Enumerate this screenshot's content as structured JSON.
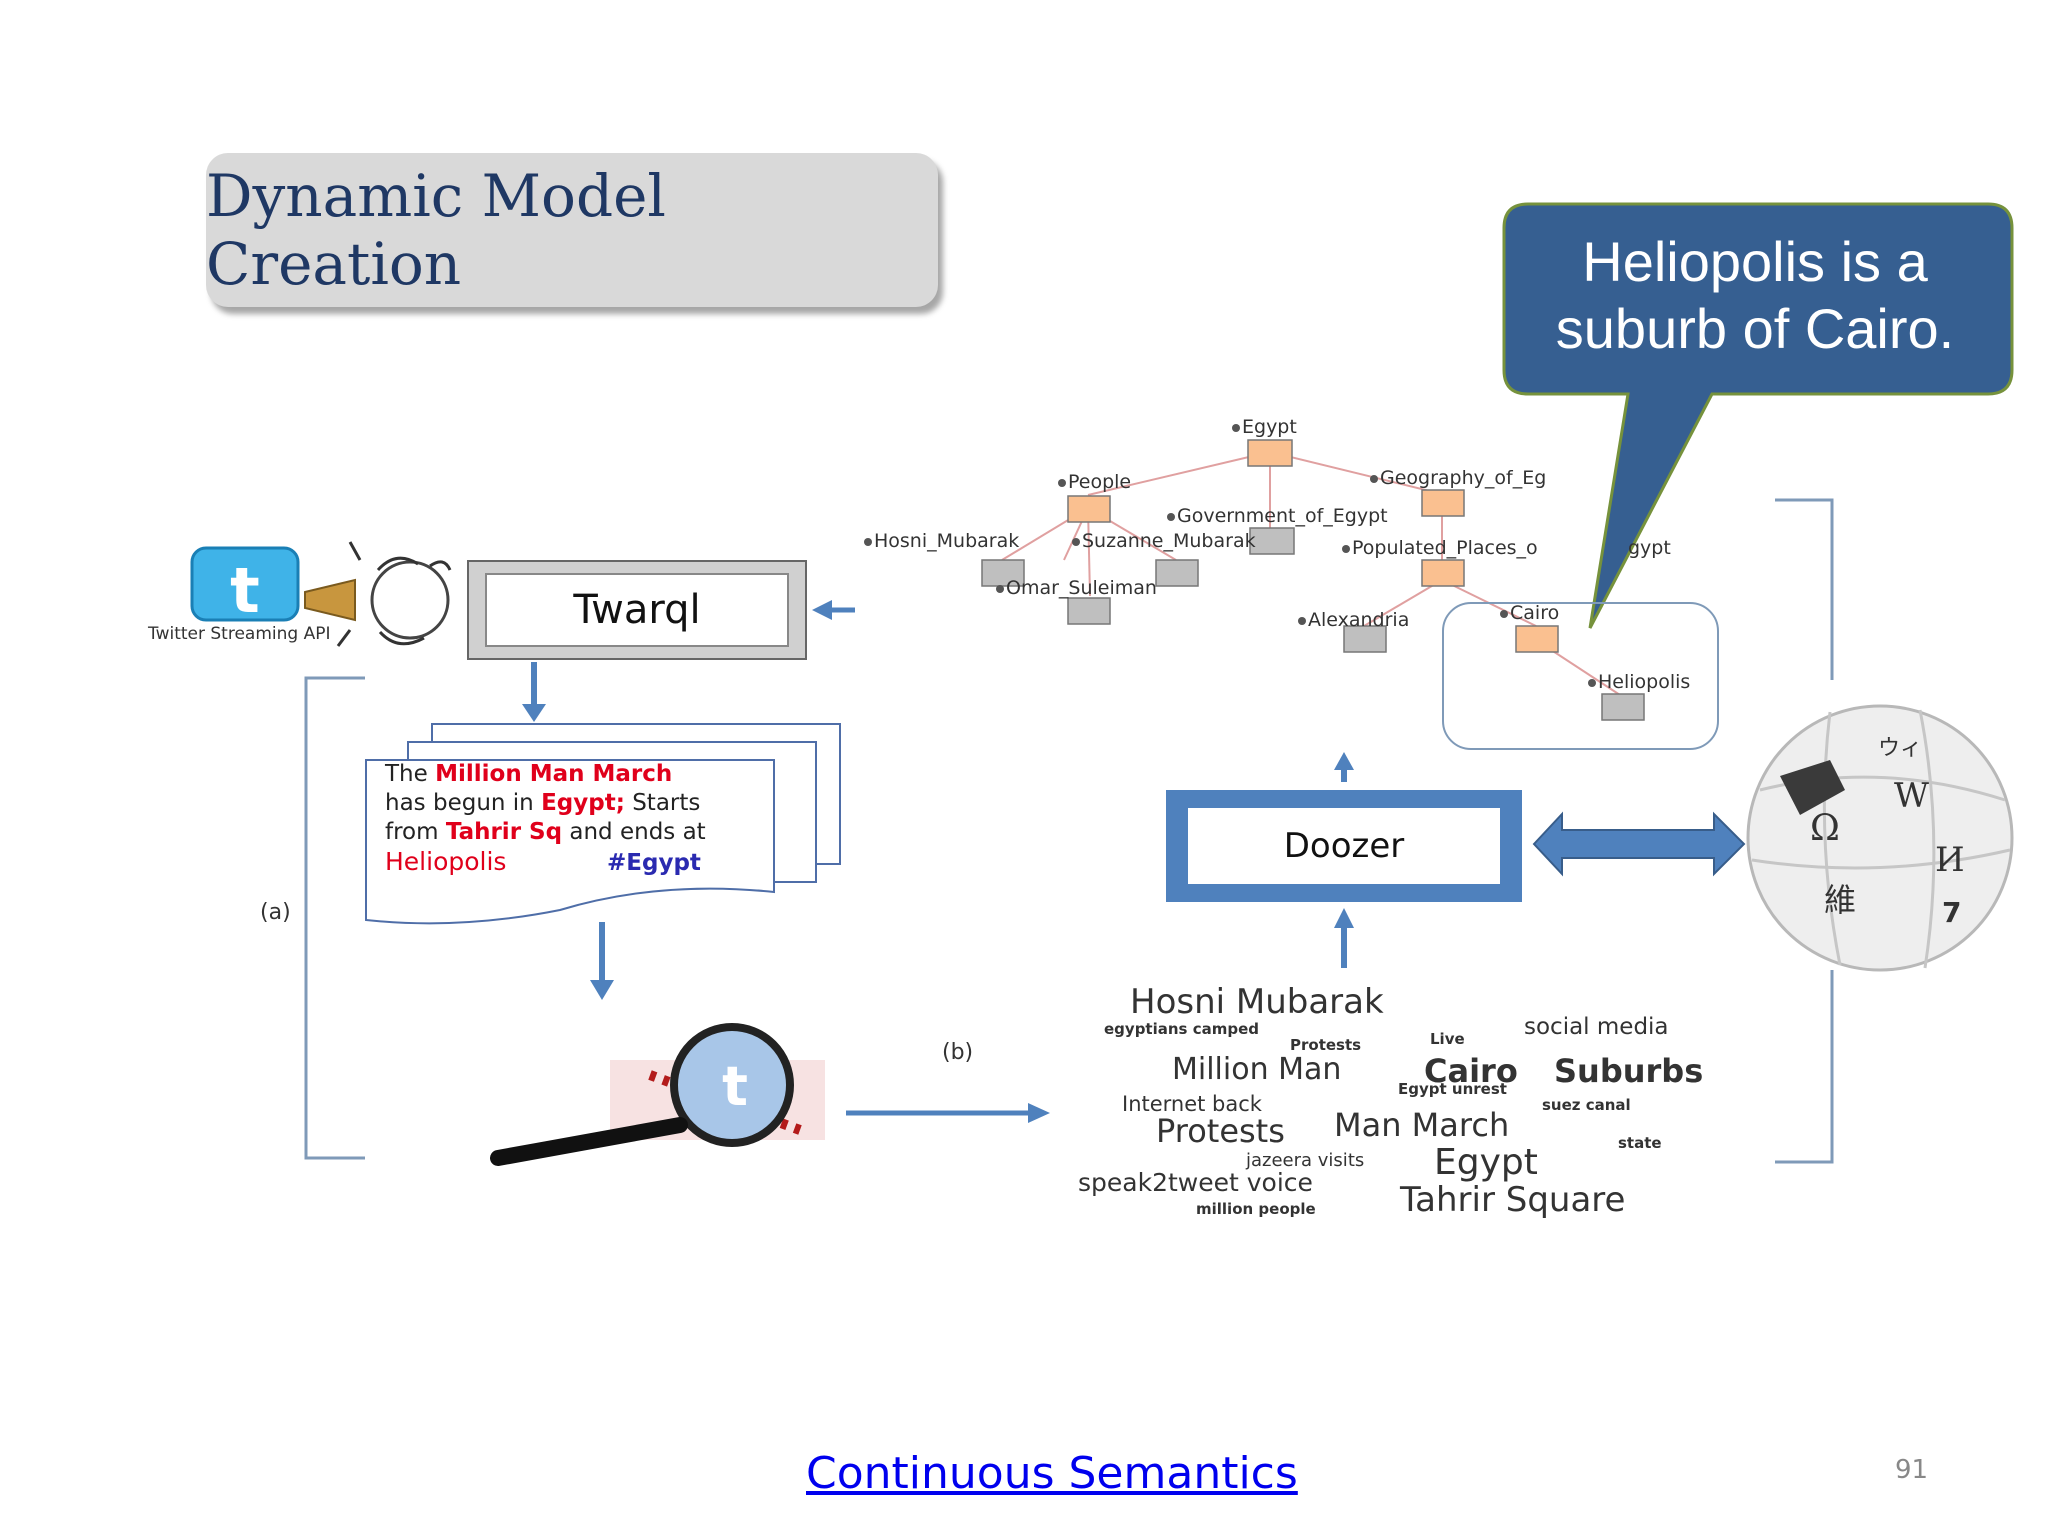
{
  "slide": {
    "title": "Dynamic Model Creation",
    "callout": [
      "Heliopolis is a",
      "suburb of Cairo."
    ],
    "page_number": "91",
    "footer_link": "Continuous Semantics"
  },
  "diagram": {
    "twitter_label": "Twitter Streaming API",
    "twarql_label": "Twarql",
    "doozer_label": "Doozer",
    "label_a": "(a)",
    "label_b": "(b)",
    "tweet": {
      "w1": "The ",
      "w2": "Million Man March",
      "w3": "has begun in ",
      "w4": "Egypt;",
      "w5": " Starts",
      "w6": "from ",
      "w7": "Tahrir Sq",
      "w8": " and ends at",
      "w9": "Heliopolis",
      "w10": "#Egypt"
    },
    "tree_nodes": {
      "egypt": "Egypt",
      "people": "People",
      "geography": "Geography_of_Eg",
      "government": "Government_of_Egypt",
      "hosni": "Hosni_Mubarak",
      "suzanne": "Suzanne_Mubarak",
      "populated": "Populated_Places_o",
      "populated_end": "gypt",
      "omar": "Omar_Suleiman",
      "alexandria": "Alexandria",
      "cairo": "Cairo",
      "heliopolis": "Heliopolis"
    },
    "word_cloud": {
      "w_hosni": "Hosni Mubarak",
      "w_egyptians": "egyptians camped",
      "w_protests_small": "Protests",
      "w_live": "Live",
      "w_social": "social media",
      "w_million_man": "Million Man",
      "w_cairo": "Cairo",
      "w_suburbs": "Suburbs",
      "w_unrest": "Egypt unrest",
      "w_internet": "Internet back",
      "w_suez": "suez canal",
      "w_protests": "Protests",
      "w_man_march": "Man March",
      "w_state": "state",
      "w_jazeera": "jazeera visits",
      "w_egypt": "Egypt",
      "w_speak": "speak2tweet voice",
      "w_tahrir": "Tahrir Square",
      "w_million_people": "million people"
    },
    "wikipedia_glyphs": [
      "Ω",
      "W",
      "И",
      "維",
      "ウィ",
      "7"
    ]
  },
  "colors": {
    "callout_fill": "#365f91",
    "arrow_blue": "#4f81bd",
    "node_orange": "#fac090",
    "node_gray": "#bfbfbf",
    "tweet_red": "#e0001b",
    "hashtag_blue": "#2a2ab0"
  }
}
